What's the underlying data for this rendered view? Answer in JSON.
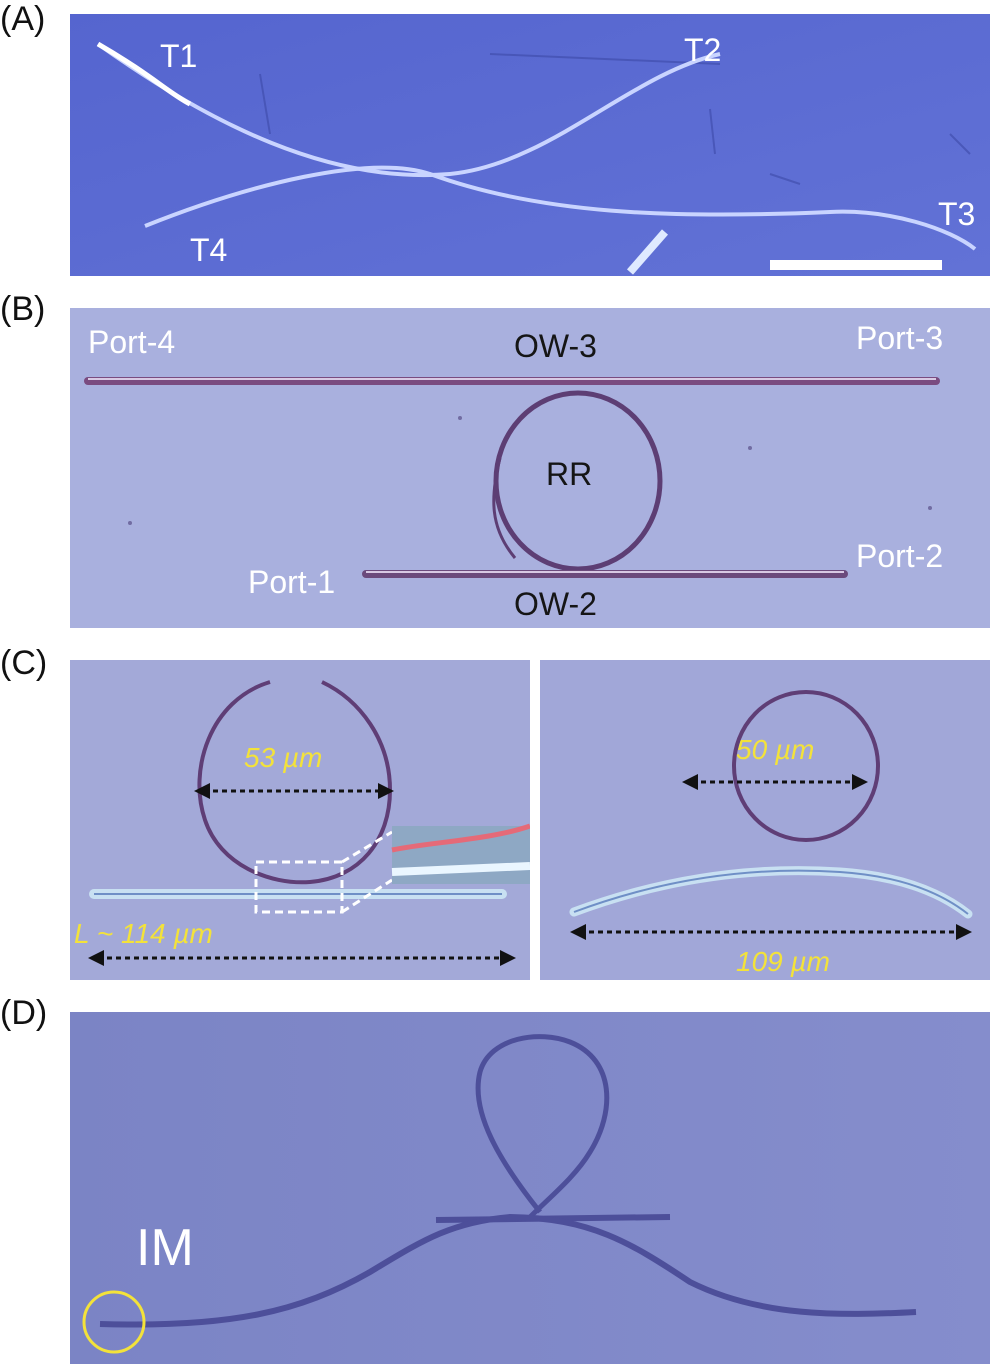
{
  "panels": {
    "a": {
      "letter": "(A)",
      "labels": {
        "t1": "T1",
        "t2": "T2",
        "t3": "T3",
        "t4": "T4"
      }
    },
    "b": {
      "letter": "(B)",
      "labels": {
        "port4": "Port-4",
        "port3": "Port-3",
        "ow3": "OW-3",
        "rr": "RR",
        "port1": "Port-1",
        "port2": "Port-2",
        "ow2": "OW-2"
      }
    },
    "c": {
      "letter": "(C)",
      "left": {
        "diameter": "53 µm",
        "length": "L ~ 114 µm"
      },
      "right": {
        "diameter": "50 µm",
        "length": "109 µm"
      }
    },
    "d": {
      "letter": "(D)",
      "labels": {
        "im": "IM"
      }
    }
  },
  "colors": {
    "panel_a_bg": "#5b6ad0",
    "panel_b_bg": "#a8b0dd",
    "panel_c_bg": "#a2a8d8",
    "panel_d_bg": "#8088c8",
    "annotation_yellow": "#f3e23a"
  }
}
